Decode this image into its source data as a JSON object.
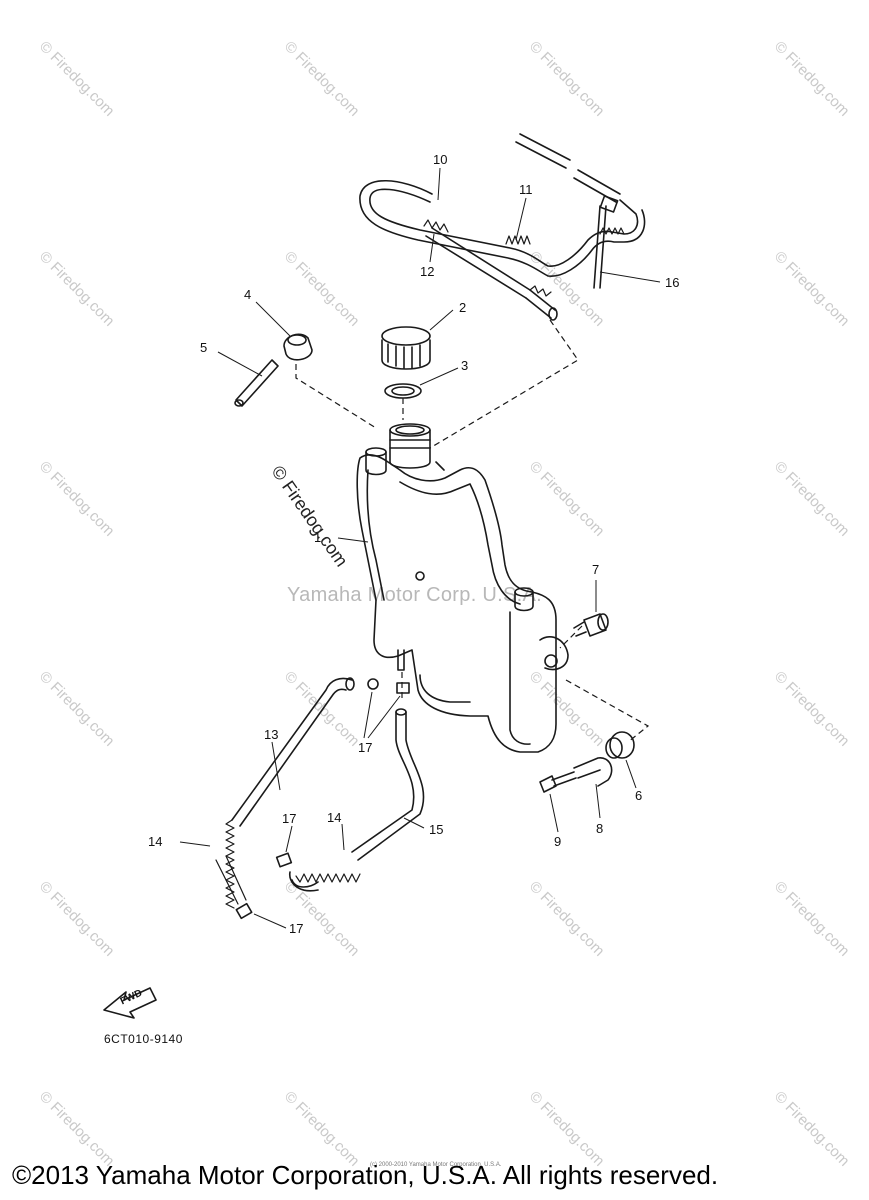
{
  "watermarks": {
    "repeated": "© Firedog.com",
    "center": "Yamaha Motor Corp. U.S.A.",
    "rotated": "© Firedog.com"
  },
  "callouts": [
    "1",
    "2",
    "3",
    "4",
    "5",
    "6",
    "7",
    "8",
    "9",
    "10",
    "11",
    "12",
    "13",
    "14",
    "14",
    "15",
    "16",
    "17",
    "17",
    "17"
  ],
  "part_code": "6CT010-9140",
  "fwd_label": "FWD",
  "tiny_credit": "(c) 2000-2010 Yamaha Motor Corporation, U.S.A.",
  "copyright": "©2013 Yamaha Motor Corporation, U.S.A. All rights reserved."
}
